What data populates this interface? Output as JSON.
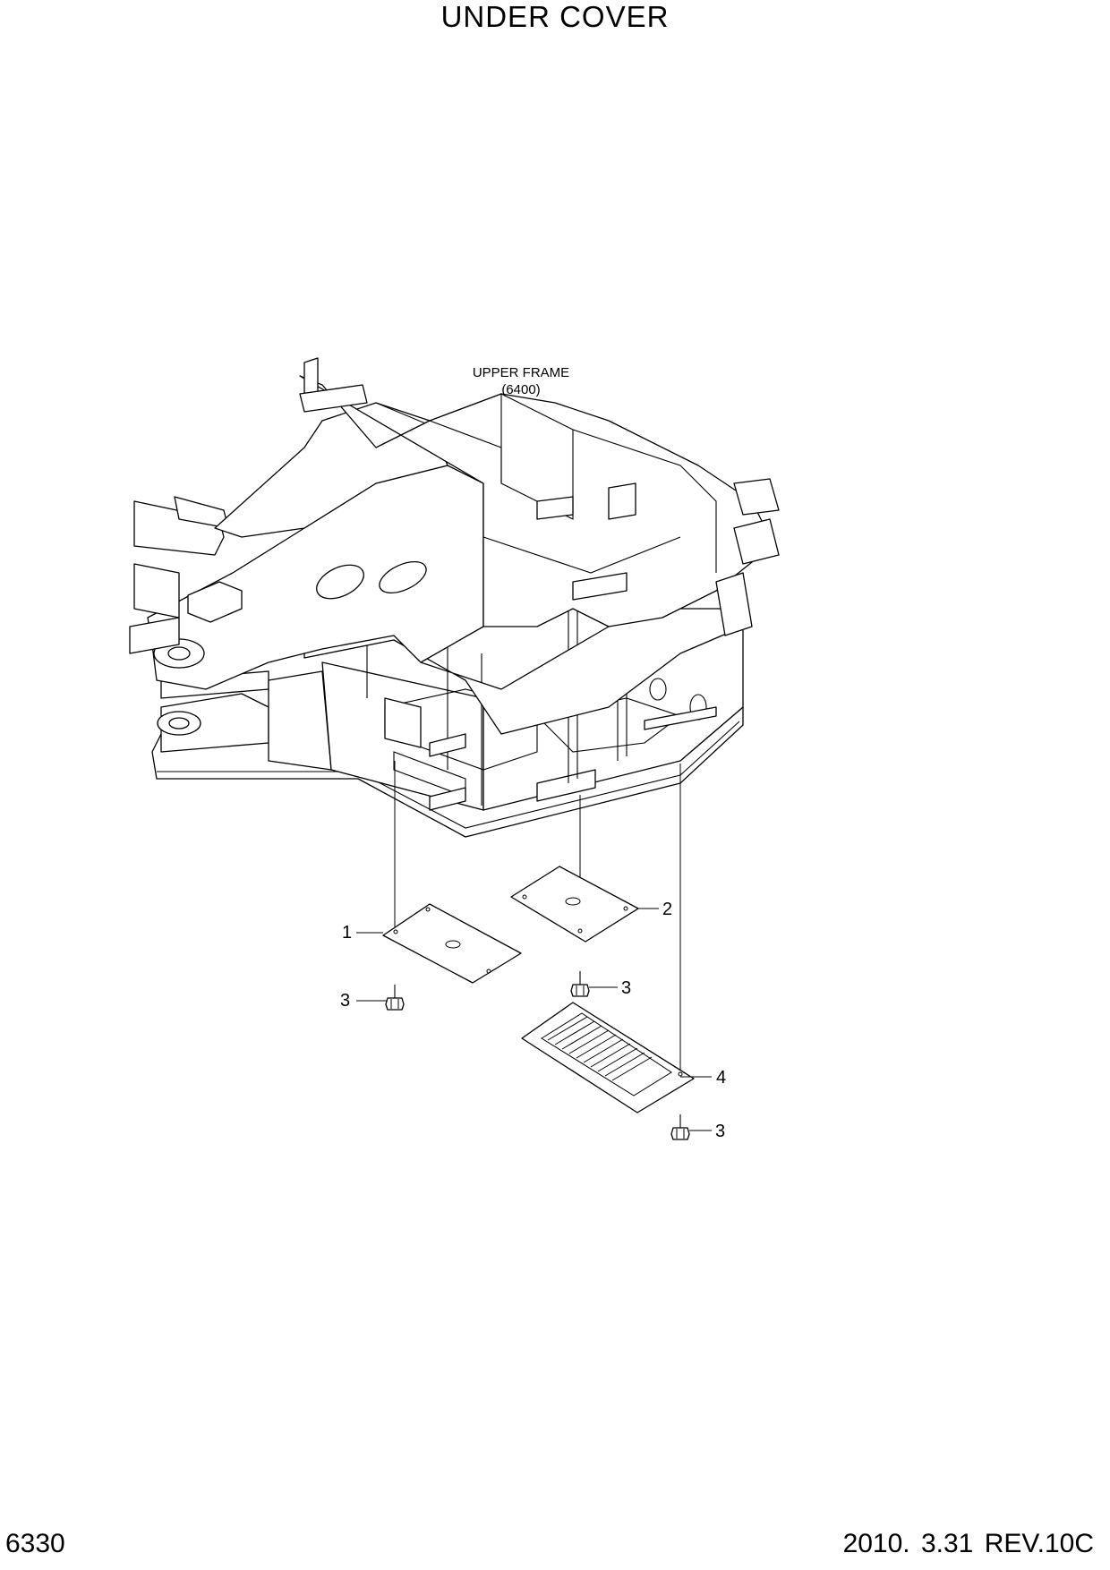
{
  "title": "UNDER COVER",
  "page_number": "6330",
  "revision": "2010. 3.31  REV.10C",
  "reference": {
    "name": "UPPER FRAME",
    "code": "(6400)"
  },
  "callouts": {
    "c1": "1",
    "c2": "2",
    "c3a": "3",
    "c3b": "3",
    "c3c": "3",
    "c4": "4"
  }
}
